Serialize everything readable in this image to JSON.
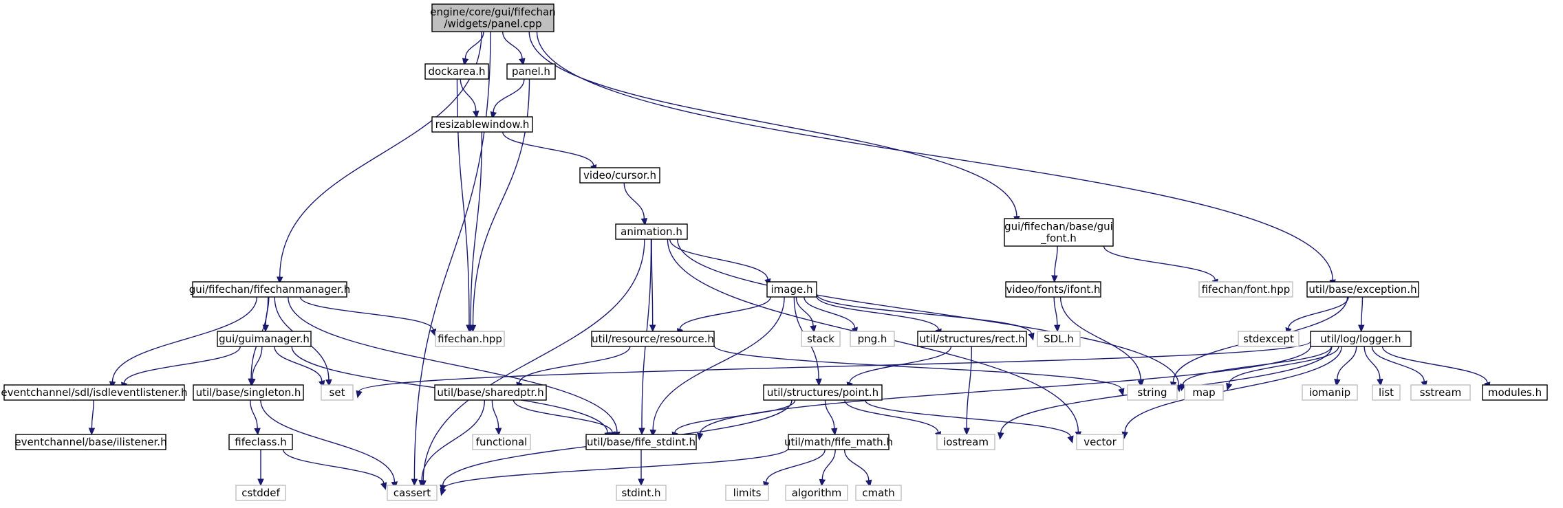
{
  "colors": {
    "root_fill": "#bfbfbf",
    "node_border": "#000000",
    "external_border": "#bfbfbf",
    "edge": "#191970"
  },
  "nodes": [
    {
      "id": "panelcpp",
      "lines": [
        "engine/core/gui/fifechan",
        "/widgets/panel.cpp"
      ],
      "kind": "root"
    },
    {
      "id": "dockarea",
      "lines": [
        "dockarea.h"
      ],
      "kind": "local"
    },
    {
      "id": "panelh",
      "lines": [
        "panel.h"
      ],
      "kind": "local"
    },
    {
      "id": "resizable",
      "lines": [
        "resizablewindow.h"
      ],
      "kind": "local"
    },
    {
      "id": "cursor",
      "lines": [
        "video/cursor.h"
      ],
      "kind": "local"
    },
    {
      "id": "animation",
      "lines": [
        "animation.h"
      ],
      "kind": "local"
    },
    {
      "id": "guifont",
      "lines": [
        "gui/fifechan/base/gui",
        "_font.h"
      ],
      "kind": "local"
    },
    {
      "id": "exception",
      "lines": [
        "util/base/exception.h"
      ],
      "kind": "local"
    },
    {
      "id": "fcmanager",
      "lines": [
        "gui/fifechan/fifechanmanager.h"
      ],
      "kind": "local"
    },
    {
      "id": "fifechanhpp",
      "lines": [
        "fifechan.hpp"
      ],
      "kind": "external"
    },
    {
      "id": "image",
      "lines": [
        "image.h"
      ],
      "kind": "local"
    },
    {
      "id": "ifont",
      "lines": [
        "video/fonts/ifont.h"
      ],
      "kind": "local"
    },
    {
      "id": "fonthpp",
      "lines": [
        "fifechan/font.hpp"
      ],
      "kind": "external"
    },
    {
      "id": "guimanager",
      "lines": [
        "gui/guimanager.h"
      ],
      "kind": "local"
    },
    {
      "id": "resource",
      "lines": [
        "util/resource/resource.h"
      ],
      "kind": "local"
    },
    {
      "id": "stack",
      "lines": [
        "stack"
      ],
      "kind": "external"
    },
    {
      "id": "png",
      "lines": [
        "png.h"
      ],
      "kind": "external"
    },
    {
      "id": "rect",
      "lines": [
        "util/structures/rect.h"
      ],
      "kind": "local"
    },
    {
      "id": "sdl",
      "lines": [
        "SDL.h"
      ],
      "kind": "external"
    },
    {
      "id": "stdexcept",
      "lines": [
        "stdexcept"
      ],
      "kind": "external"
    },
    {
      "id": "logger",
      "lines": [
        "util/log/logger.h"
      ],
      "kind": "local"
    },
    {
      "id": "sdllistener",
      "lines": [
        "eventchannel/sdl/isdleventlistener.h"
      ],
      "kind": "local"
    },
    {
      "id": "set",
      "lines": [
        "set"
      ],
      "kind": "external"
    },
    {
      "id": "singleton",
      "lines": [
        "util/base/singleton.h"
      ],
      "kind": "local"
    },
    {
      "id": "sharedptr",
      "lines": [
        "util/base/sharedptr.h"
      ],
      "kind": "local"
    },
    {
      "id": "point",
      "lines": [
        "util/structures/point.h"
      ],
      "kind": "local"
    },
    {
      "id": "string",
      "lines": [
        "string"
      ],
      "kind": "external"
    },
    {
      "id": "map",
      "lines": [
        "map"
      ],
      "kind": "external"
    },
    {
      "id": "iomanip",
      "lines": [
        "iomanip"
      ],
      "kind": "external"
    },
    {
      "id": "list",
      "lines": [
        "list"
      ],
      "kind": "external"
    },
    {
      "id": "sstream",
      "lines": [
        "sstream"
      ],
      "kind": "external"
    },
    {
      "id": "modules",
      "lines": [
        "modules.h"
      ],
      "kind": "local"
    },
    {
      "id": "ilistener",
      "lines": [
        "eventchannel/base/ilistener.h"
      ],
      "kind": "local"
    },
    {
      "id": "fifeclass",
      "lines": [
        "fifeclass.h"
      ],
      "kind": "local"
    },
    {
      "id": "functional",
      "lines": [
        "functional"
      ],
      "kind": "external"
    },
    {
      "id": "fifestdint",
      "lines": [
        "util/base/fife_stdint.h"
      ],
      "kind": "local"
    },
    {
      "id": "iostream",
      "lines": [
        "iostream"
      ],
      "kind": "external"
    },
    {
      "id": "vector",
      "lines": [
        "vector"
      ],
      "kind": "external"
    },
    {
      "id": "fifemath",
      "lines": [
        "util/math/fife_math.h"
      ],
      "kind": "local"
    },
    {
      "id": "cstddef",
      "lines": [
        "cstddef"
      ],
      "kind": "external"
    },
    {
      "id": "cassert",
      "lines": [
        "cassert"
      ],
      "kind": "external"
    },
    {
      "id": "stdint",
      "lines": [
        "stdint.h"
      ],
      "kind": "external"
    },
    {
      "id": "limits",
      "lines": [
        "limits"
      ],
      "kind": "external"
    },
    {
      "id": "algorithm",
      "lines": [
        "algorithm"
      ],
      "kind": "external"
    },
    {
      "id": "cmath",
      "lines": [
        "cmath"
      ],
      "kind": "external"
    }
  ],
  "edges": [
    [
      "panelcpp",
      "fcmanager"
    ],
    [
      "panelcpp",
      "cassert"
    ],
    [
      "panelcpp",
      "dockarea"
    ],
    [
      "panelcpp",
      "panelh"
    ],
    [
      "panelcpp",
      "guifont"
    ],
    [
      "panelcpp",
      "exception"
    ],
    [
      "dockarea",
      "resizable"
    ],
    [
      "dockarea",
      "fifechanhpp"
    ],
    [
      "panelh",
      "resizable"
    ],
    [
      "panelh",
      "fifechanhpp"
    ],
    [
      "resizable",
      "fifechanhpp"
    ],
    [
      "resizable",
      "cursor"
    ],
    [
      "cursor",
      "animation"
    ],
    [
      "animation",
      "image"
    ],
    [
      "animation",
      "resource"
    ],
    [
      "animation",
      "fifestdint"
    ],
    [
      "animation",
      "cassert"
    ],
    [
      "animation",
      "map"
    ],
    [
      "animation",
      "vector"
    ],
    [
      "guifont",
      "ifont"
    ],
    [
      "guifont",
      "fonthpp"
    ],
    [
      "ifont",
      "sdl"
    ],
    [
      "ifont",
      "string"
    ],
    [
      "exception",
      "string"
    ],
    [
      "exception",
      "stdexcept"
    ],
    [
      "exception",
      "logger"
    ],
    [
      "fcmanager",
      "fifechanhpp"
    ],
    [
      "fcmanager",
      "guimanager"
    ],
    [
      "fcmanager",
      "sdllistener"
    ],
    [
      "fcmanager",
      "singleton"
    ],
    [
      "fcmanager",
      "set"
    ],
    [
      "fcmanager",
      "fifestdint"
    ],
    [
      "guimanager",
      "sdllistener"
    ],
    [
      "guimanager",
      "singleton"
    ],
    [
      "guimanager",
      "set"
    ],
    [
      "guimanager",
      "fifestdint"
    ],
    [
      "image",
      "resource"
    ],
    [
      "image",
      "stack"
    ],
    [
      "image",
      "png"
    ],
    [
      "image",
      "rect"
    ],
    [
      "image",
      "sdl"
    ],
    [
      "image",
      "point"
    ],
    [
      "image",
      "fifestdint"
    ],
    [
      "resource",
      "sharedptr"
    ],
    [
      "resource",
      "string"
    ],
    [
      "rect",
      "point"
    ],
    [
      "rect",
      "iostream"
    ],
    [
      "logger",
      "set"
    ],
    [
      "logger",
      "string"
    ],
    [
      "logger",
      "map"
    ],
    [
      "logger",
      "iomanip"
    ],
    [
      "logger",
      "list"
    ],
    [
      "logger",
      "sstream"
    ],
    [
      "logger",
      "modules"
    ],
    [
      "logger",
      "fifestdint"
    ],
    [
      "logger",
      "iostream"
    ],
    [
      "logger",
      "vector"
    ],
    [
      "sdllistener",
      "ilistener"
    ],
    [
      "singleton",
      "fifeclass"
    ],
    [
      "singleton",
      "cassert"
    ],
    [
      "sharedptr",
      "functional"
    ],
    [
      "sharedptr",
      "fifestdint"
    ],
    [
      "sharedptr",
      "cassert"
    ],
    [
      "point",
      "fifestdint"
    ],
    [
      "point",
      "iostream"
    ],
    [
      "point",
      "vector"
    ],
    [
      "point",
      "fifemath"
    ],
    [
      "point",
      "cassert"
    ],
    [
      "fifeclass",
      "cstddef"
    ],
    [
      "fifeclass",
      "cassert"
    ],
    [
      "fifestdint",
      "stdint"
    ],
    [
      "fifemath",
      "limits"
    ],
    [
      "fifemath",
      "algorithm"
    ],
    [
      "fifemath",
      "cmath"
    ],
    [
      "fifemath",
      "cassert"
    ]
  ]
}
